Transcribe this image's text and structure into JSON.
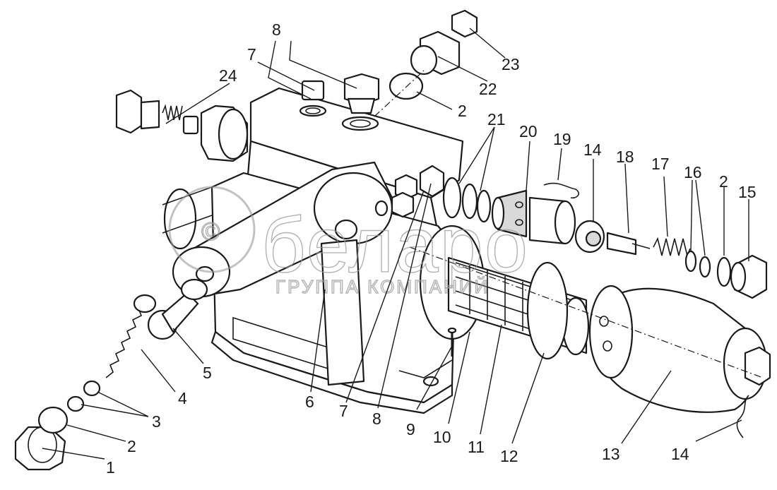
{
  "watermark": {
    "brand": "беларо",
    "subtitle": "ГРУППА КОМПАНИЙ"
  },
  "callouts": {
    "c1": "1",
    "c2a": "2",
    "c3": "3",
    "c4": "4",
    "c5": "5",
    "c6": "6",
    "c7a": "7",
    "c8a": "8",
    "c9": "9",
    "c10": "10",
    "c11": "11",
    "c12": "12",
    "c13": "13",
    "c14a": "14",
    "c7b": "7",
    "c8b": "8",
    "c24": "24",
    "c2b": "2",
    "c22": "22",
    "c23": "23",
    "c21": "21",
    "c20": "20",
    "c19": "19",
    "c14b": "14",
    "c18": "18",
    "c17": "17",
    "c16": "16",
    "c2c": "2",
    "c15": "15"
  }
}
